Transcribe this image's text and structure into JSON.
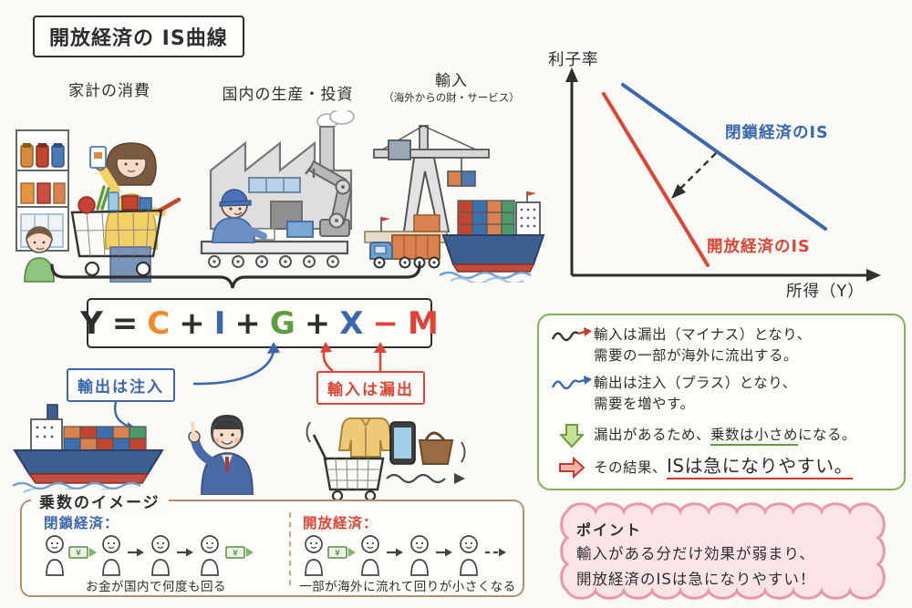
{
  "title": "開放経済の IS曲線",
  "scenes": {
    "consumption_label": "家計の消費",
    "production_label": "国内の生産・投資",
    "import_label": "輸入",
    "import_sublabel": "（海外からの財・サービス）"
  },
  "graph": {
    "ylabel": "利子率",
    "xlabel": "所得（Y）",
    "closed_is_label": "閉鎖経済のIS",
    "open_is_label": "開放経済のIS",
    "closed_color": "#3a67ad",
    "open_color": "#dd4536"
  },
  "equation": {
    "terms": [
      {
        "text": "Y",
        "color": "#2e2e2e"
      },
      {
        "text": "=",
        "color": "#2e2e2e"
      },
      {
        "text": "C",
        "color": "#f08a2d"
      },
      {
        "text": "+",
        "color": "#2e2e2e"
      },
      {
        "text": "I",
        "color": "#3a67ad"
      },
      {
        "text": "+",
        "color": "#2e2e2e"
      },
      {
        "text": "G",
        "color": "#5f9e3e"
      },
      {
        "text": "+",
        "color": "#2e2e2e"
      },
      {
        "text": "X",
        "color": "#3a67ad"
      },
      {
        "text": "−",
        "color": "#dd4536"
      },
      {
        "text": "M",
        "color": "#dd4536"
      }
    ]
  },
  "callouts": {
    "export_label": "輸出は注入",
    "import_label": "輸入は漏出"
  },
  "legend": {
    "border_color": "#7cb356",
    "items": [
      {
        "icon": "wavy-red-arrow-icon",
        "line1": "輸入は漏出（マイナス）となり、",
        "line2": "需要の一部が海外に流出する。"
      },
      {
        "icon": "wavy-blue-arrow-icon",
        "line1": "輸出は注入（プラス）となり、",
        "line2": "需要を増やす。"
      },
      {
        "icon": "down-block-arrow-icon",
        "before": "漏出があるため、",
        "highlight": "乗数は小さめ",
        "after": "になる。"
      },
      {
        "icon": "right-block-arrow-icon",
        "before": "その結果、",
        "highlight": "ISは急になりやすい。"
      }
    ]
  },
  "multiplier": {
    "title": "乗数のイメージ",
    "closed": {
      "label": "閉鎖経済：",
      "caption": "お金が国内で何度も回る",
      "sequence": [
        "person",
        "yen-note",
        "person",
        "arrow",
        "person",
        "arrow",
        "person",
        "yen-note"
      ]
    },
    "open": {
      "label": "開放経済：",
      "caption": "一部が海外に流れて回りが小さくなる",
      "sequence": [
        "person",
        "yen-note",
        "person",
        "arrow",
        "person",
        "arrow",
        "person",
        "dashed-arrow"
      ]
    }
  },
  "point": {
    "title": "ポイント",
    "line1": "輸入がある分だけ効果が弱まり、",
    "line2": "開放経済のISは急になりやすい！"
  }
}
